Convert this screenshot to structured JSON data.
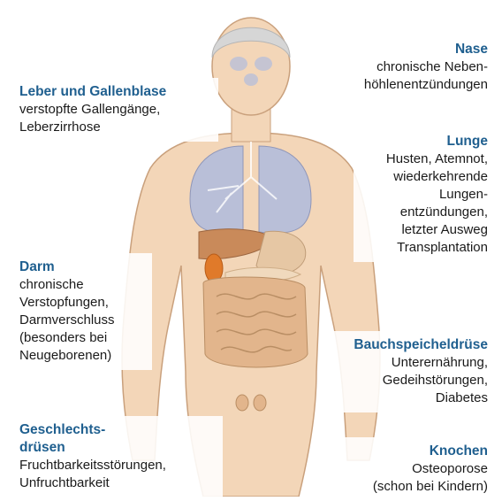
{
  "labels": {
    "nase": {
      "title": "Nase",
      "desc": "chronische Neben-\nhöhlenentzündungen"
    },
    "leber": {
      "title": "Leber und Gallenblase",
      "desc": "verstopfte Gallengänge,\nLeberzirrhose"
    },
    "lunge": {
      "title": "Lunge",
      "desc": "Husten, Atemnot,\nwiederkehrende\nLungen-\nentzündungen,\nletzter Ausweg\nTransplantation"
    },
    "darm": {
      "title": "Darm",
      "desc": "chronische\nVerstopfungen,\nDarmverschluss\n(besonders bei\nNeugeborenen)"
    },
    "bauch": {
      "title": "Bauchspeicheldrüse",
      "desc": "Unterernährung,\nGedeihstörungen,\nDiabetes"
    },
    "geschlecht": {
      "title": "Geschlechts-\ndrüsen",
      "desc": "Fruchtbarkeitsstörungen,\nUnfruchtbarkeit"
    },
    "knochen": {
      "title": "Knochen",
      "desc": "Osteoporose\n(schon bei Kindern)"
    }
  },
  "colors": {
    "title": "#1f5f8f",
    "skin": "#f3d6b8",
    "skin_outline": "#c9a07c",
    "lung": "#b9bfd8",
    "liver": "#c98a5a",
    "stomach": "#e6c7a4",
    "gallbladder": "#e07a2a",
    "intestine": "#e2b58c",
    "hair": "#d6d6d6"
  }
}
